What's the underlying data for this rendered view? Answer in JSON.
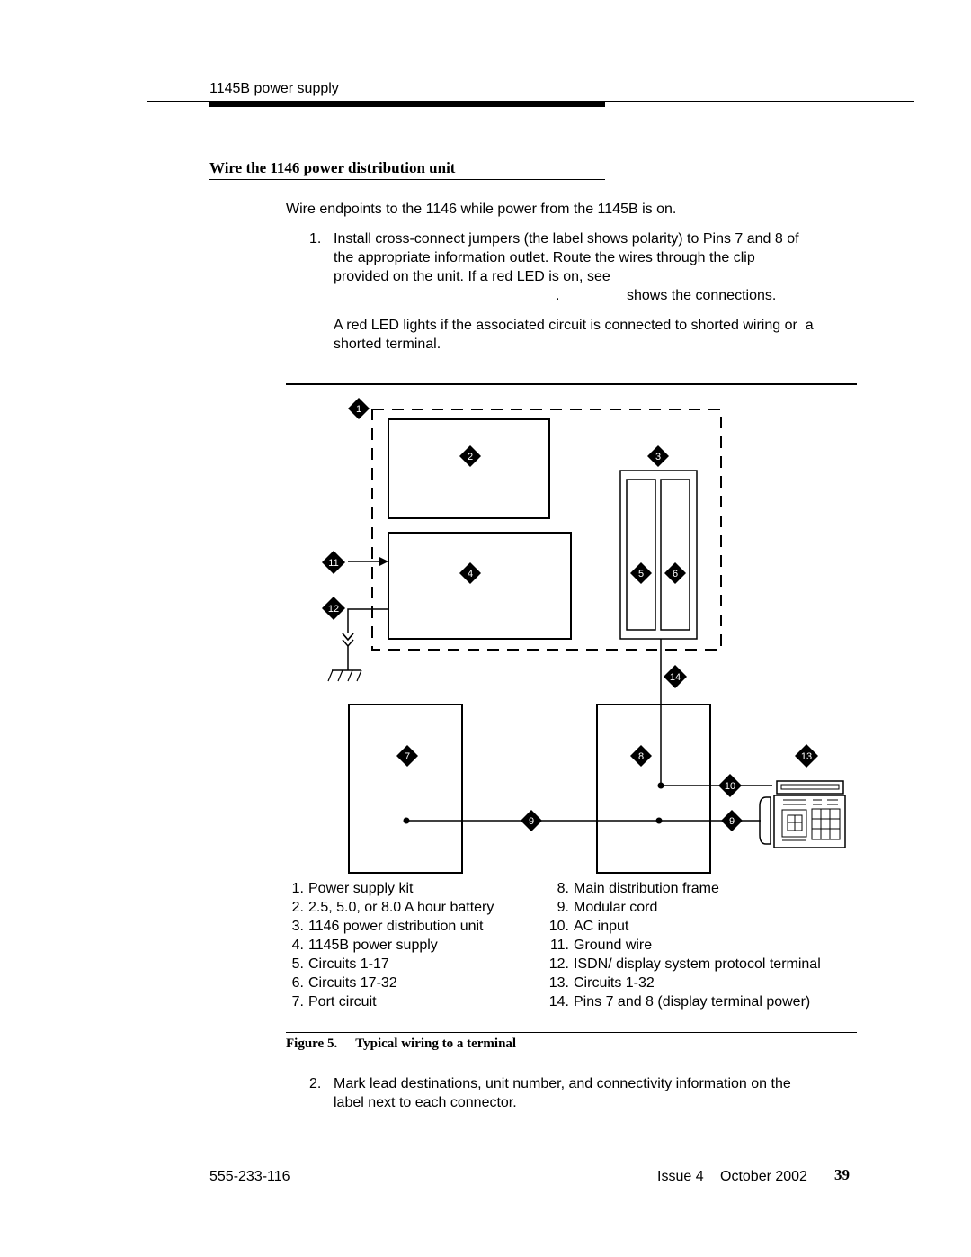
{
  "header": {
    "running_title": "1145B power supply"
  },
  "section": {
    "title": "Wire the 1146 power distribution unit",
    "intro": "Wire endpoints to the 1146 while power from the 1145B is on."
  },
  "steps": [
    {
      "number": "1.",
      "lines": [
        "Install cross-connect jumpers (the label shows polarity) to Pins 7 and 8 of",
        "the appropriate information outlet. Route the wires through the clip",
        "provided on the unit. If a red LED is on, see"
      ],
      "line4_period": ".",
      "line4_text": "shows the connections.",
      "note_lines": [
        "A red LED lights if the associated circuit is connected to shorted wiring or  a",
        "shorted terminal."
      ]
    },
    {
      "number": "2.",
      "lines": [
        "Mark lead destinations, unit number, and connectivity information on the",
        "label next to each connector."
      ]
    }
  ],
  "figure": {
    "callouts": [
      "1",
      "2",
      "3",
      "4",
      "5",
      "6",
      "7",
      "8",
      "9",
      "9",
      "10",
      "11",
      "12",
      "13",
      "14"
    ],
    "legend_left": [
      {
        "num": "1.",
        "text": "Power supply kit"
      },
      {
        "num": "2.",
        "text": "2.5, 5.0, or 8.0 A hour battery"
      },
      {
        "num": "3.",
        "text": "1146 power distribution unit"
      },
      {
        "num": "4.",
        "text": "1145B power supply"
      },
      {
        "num": "5.",
        "text": "Circuits 1-17"
      },
      {
        "num": "6.",
        "text": "Circuits 17-32"
      },
      {
        "num": "7.",
        "text": "Port circuit"
      }
    ],
    "legend_right": [
      {
        "num": "8.",
        "text": "Main distribution frame"
      },
      {
        "num": "9.",
        "text": "Modular cord"
      },
      {
        "num": "10.",
        "text": "AC input"
      },
      {
        "num": "11.",
        "text": "Ground wire"
      },
      {
        "num": "12.",
        "text": "ISDN/ display system protocol terminal"
      },
      {
        "num": "13.",
        "text": "Circuits 1-32"
      },
      {
        "num": "14.",
        "text": "Pins 7 and 8 (display terminal power)"
      }
    ],
    "caption_label": "Figure 5.",
    "caption_title": "Typical wiring to a terminal"
  },
  "footer": {
    "doc_number": "555-233-116",
    "issue": "Issue 4",
    "date": "October 2002",
    "page_number": "39"
  }
}
